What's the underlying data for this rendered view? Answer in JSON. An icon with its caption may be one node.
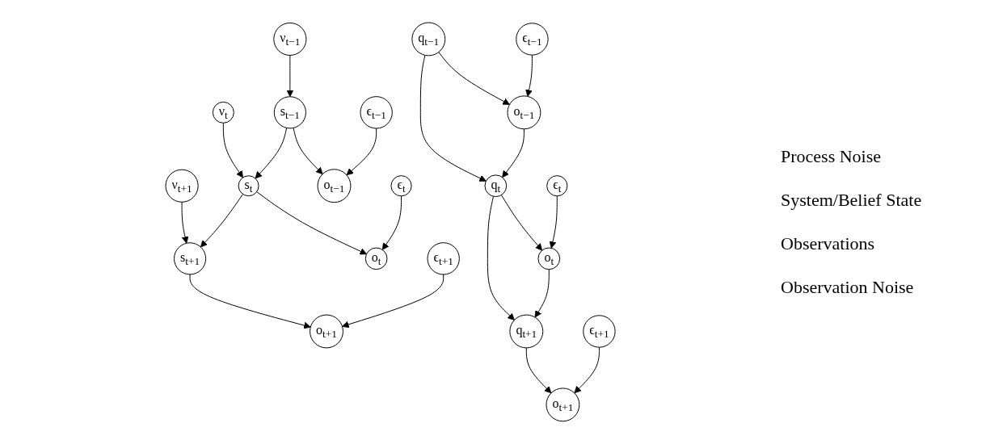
{
  "diagram": {
    "nodes": [
      {
        "text": [
          "ν$_{t−1}$"
        ]
      },
      {
        "text": [
          "ν$_{t}$"
        ]
      },
      {
        "text": [
          "ν$_{t+1}$"
        ]
      },
      {
        "text": [
          "s$_{t−1}$"
        ]
      },
      {
        "text": [
          "s$_{t}$"
        ]
      },
      {
        "text": [
          "s$_{t+1}$"
        ]
      },
      {
        "text": [
          "o$_{t−1}$"
        ]
      },
      {
        "text": [
          "o$_{t}$"
        ]
      },
      {
        "text": [
          "o$_{t+1}$"
        ]
      },
      {
        "text": [
          "ϵ$_{t−1}$"
        ]
      },
      {
        "text": [
          "ϵ$_{t}$"
        ]
      },
      {
        "text": [
          "ϵ$_{t+1}$"
        ]
      },
      {
        "text": [
          "q$_{t−1}$"
        ]
      },
      {
        "text": [
          "q$_{t}$"
        ]
      },
      {
        "text": [
          "q$_{t+1}$"
        ]
      },
      {
        "text": [
          "o$_{t−1}$"
        ]
      },
      {
        "text": [
          "o$_{t}$"
        ]
      },
      {
        "text": [
          "o$_{t+1}$"
        ]
      },
      {
        "text": [
          "ϵ$_{t−1}$"
        ]
      },
      {
        "text": [
          "ϵ$_{t}$"
        ]
      },
      {
        "text": [
          "ϵ$_{t+1}$"
        ]
      }
    ],
    "edges": [
      {
        "from": 0,
        "to": 3,
        "arrow": "to"
      },
      {
        "from": 1,
        "to": 4,
        "arrow": "to"
      },
      {
        "from": 2,
        "to": 5,
        "arrow": "to"
      },
      {
        "from": 3,
        "to": 4,
        "arrow": "to"
      },
      {
        "from": 4,
        "to": 5,
        "arrow": "to"
      },
      {
        "from": 3,
        "to": 6,
        "arrow": "to"
      },
      {
        "from": 4,
        "to": 7,
        "arrow": "to"
      },
      {
        "from": 5,
        "to": 8,
        "arrow": "to"
      },
      {
        "from": 9,
        "to": 6,
        "arrow": "to"
      },
      {
        "from": 10,
        "to": 7,
        "arrow": "to"
      },
      {
        "from": 11,
        "to": 8,
        "arrow": "to"
      },
      {
        "from": 12,
        "to": 13,
        "arrow": "to"
      },
      {
        "from": 13,
        "to": 14,
        "arrow": "to"
      },
      {
        "from": 12,
        "to": 15,
        "arrow": "to"
      },
      {
        "from": 13,
        "to": 16,
        "arrow": "to"
      },
      {
        "from": 14,
        "to": 17,
        "arrow": "to"
      },
      {
        "from": 15,
        "to": 13,
        "arrow": "to"
      },
      {
        "from": 16,
        "to": 14,
        "arrow": "to"
      },
      {
        "from": 18,
        "to": 15,
        "arrow": "to"
      },
      {
        "from": 19,
        "to": 16,
        "arrow": "to"
      },
      {
        "from": 20,
        "to": 17,
        "arrow": "to"
      }
    ],
    "labels": [
      "Process Noise",
      "System/Belief State",
      "Observations",
      "Observation Noise"
    ]
  }
}
